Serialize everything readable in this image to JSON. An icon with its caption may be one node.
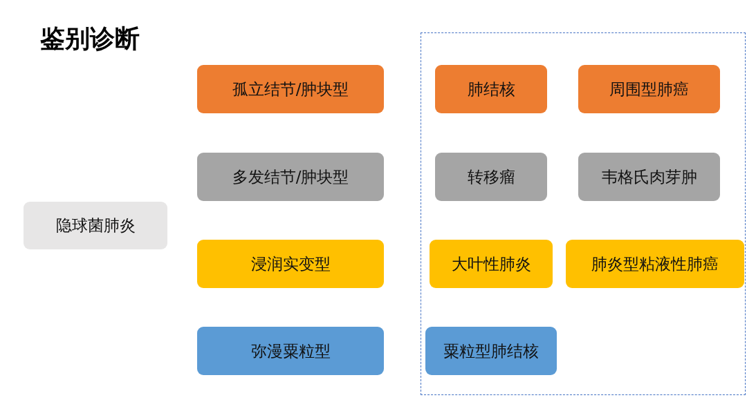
{
  "diagram": {
    "title": "鉴别诊断",
    "nodes": [
      {
        "text": [
          "孤立结节/肿块型"
        ]
      },
      {
        "text": [],
        "shape": "box"
      },
      {
        "text": [
          "肺结核"
        ],
        "in": 1
      },
      {
        "text": [
          "周围型肺癌"
        ],
        "in": 1
      },
      {
        "text": [
          "多发结节/肿块型"
        ]
      },
      {
        "text": [
          "转移瘤"
        ],
        "in": 1
      },
      {
        "text": [
          "韦格氏肉芽肿"
        ],
        "in": 1
      },
      {
        "text": [
          "隐球菌肺炎"
        ]
      },
      {
        "text": [
          "浸润实变型"
        ]
      },
      {
        "text": [
          "大叶性肺炎"
        ],
        "in": 1
      },
      {
        "text": [
          "肺炎型粘液性肺癌"
        ],
        "in": 1
      },
      {
        "text": [
          "弥漫粟粒型"
        ]
      },
      {
        "text": [
          "粟粒型肺结核"
        ],
        "in": 1
      }
    ],
    "edges": []
  }
}
